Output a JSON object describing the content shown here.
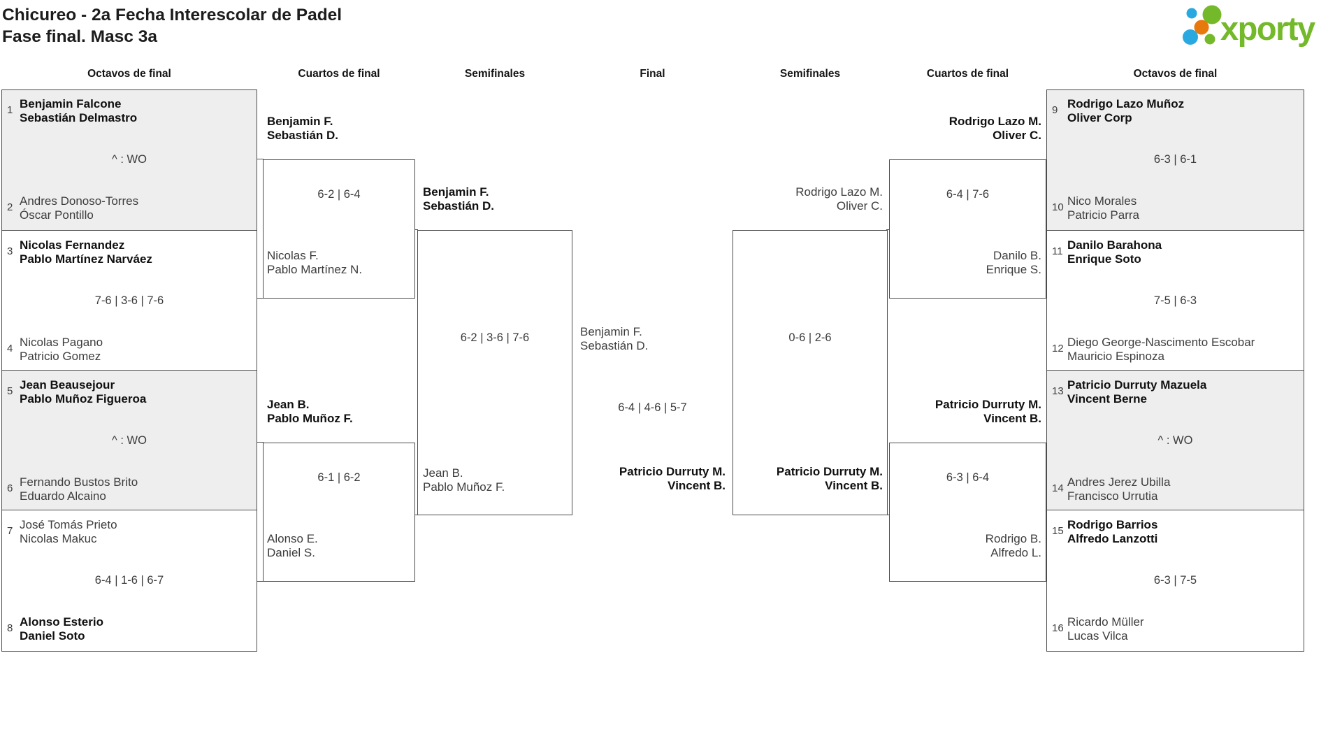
{
  "header": {
    "title_line1": "Chicureo - 2a Fecha Interescolar de Padel",
    "title_line2": "Fase final. Masc 3a",
    "logo_text": "xporty"
  },
  "colors": {
    "brand_green": "#74b929",
    "brand_blue": "#29a9e0",
    "brand_orange": "#e8790d",
    "box_border": "#4b4b4b",
    "box_alt_bg": "#eeeeee",
    "text_regular": "#3d3d3d",
    "text_winner": "#101010"
  },
  "round_labels": {
    "left_r16": "Octavos de final",
    "left_qf": "Cuartos de final",
    "left_sf": "Semifinales",
    "final": "Final",
    "right_sf": "Semifinales",
    "right_qf": "Cuartos de final",
    "right_r16": "Octavos de final"
  },
  "matches": {
    "left_r16": [
      {
        "seed_top": "1",
        "top": [
          "Benjamin Falcone",
          "Sebastián Delmastro"
        ],
        "score": "^ : WO",
        "seed_bottom": "2",
        "bottom": [
          "Andres Donoso-Torres",
          "Óscar Pontillo"
        ]
      },
      {
        "seed_top": "3",
        "top": [
          "Nicolas Fernandez",
          "Pablo Martínez Narváez"
        ],
        "score": "7-6 | 3-6 | 7-6",
        "seed_bottom": "4",
        "bottom": [
          "Nicolas Pagano",
          "Patricio Gomez"
        ]
      },
      {
        "seed_top": "5",
        "top": [
          "Jean Beausejour",
          "Pablo Muñoz Figueroa"
        ],
        "score": "^ : WO",
        "seed_bottom": "6",
        "bottom": [
          "Fernando Bustos Brito",
          "Eduardo Alcaino"
        ]
      },
      {
        "seed_top": "7",
        "top": [
          "José Tomás Prieto",
          "Nicolas Makuc"
        ],
        "score": "6-4 | 1-6 | 6-7",
        "seed_bottom": "8",
        "bottom": [
          "Alonso Esterio",
          "Daniel Soto"
        ]
      }
    ],
    "left_qf": [
      {
        "winner": [
          "Benjamin F.",
          "Sebastián D."
        ],
        "score": "6-2 | 6-4",
        "loser": [
          "Nicolas F.",
          "Pablo Martínez N."
        ]
      },
      {
        "winner": [
          "Jean B.",
          "Pablo Muñoz F."
        ],
        "score": "6-1 | 6-2",
        "loser": [
          "Alonso E.",
          "Daniel S."
        ]
      }
    ],
    "left_sf": {
      "winner": [
        "Benjamin F.",
        "Sebastián D."
      ],
      "score": "6-2 | 3-6 | 7-6",
      "loser": [
        "Jean B.",
        "Pablo Muñoz F."
      ]
    },
    "final": {
      "left": [
        "Benjamin F.",
        "Sebastián D."
      ],
      "score": "6-4 | 4-6 | 5-7",
      "right": [
        "Patricio Durruty M.",
        "Vincent B."
      ]
    },
    "right_sf": {
      "top": [
        "Rodrigo Lazo M.",
        "Oliver C."
      ],
      "score": "0-6 | 2-6",
      "bottom": [
        "Patricio Durruty M.",
        "Vincent B."
      ]
    },
    "right_qf": [
      {
        "winner": [
          "Rodrigo Lazo M.",
          "Oliver C."
        ],
        "score": "6-4 | 7-6",
        "loser": [
          "Danilo B.",
          "Enrique S."
        ]
      },
      {
        "winner": [
          "Patricio Durruty M.",
          "Vincent B."
        ],
        "score": "6-3 | 6-4",
        "loser": [
          "Rodrigo B.",
          "Alfredo L."
        ]
      }
    ],
    "right_r16": [
      {
        "seed_top": "9",
        "top": [
          "Rodrigo Lazo Muñoz",
          "Oliver Corp"
        ],
        "score": "6-3 | 6-1",
        "seed_bottom": "10",
        "bottom": [
          "Nico Morales",
          "Patricio Parra"
        ]
      },
      {
        "seed_top": "11",
        "top": [
          "Danilo Barahona",
          "Enrique Soto"
        ],
        "score": "7-5 | 6-3",
        "seed_bottom": "12",
        "bottom": [
          "Diego George-Nascimento Escobar",
          "Mauricio Espinoza"
        ]
      },
      {
        "seed_top": "13",
        "top": [
          "Patricio Durruty Mazuela",
          "Vincent Berne"
        ],
        "score": "^ : WO",
        "seed_bottom": "14",
        "bottom": [
          "Andres Jerez Ubilla",
          "Francisco Urrutia"
        ]
      },
      {
        "seed_top": "15",
        "top": [
          "Rodrigo Barrios",
          "Alfredo Lanzotti"
        ],
        "score": "6-3 | 7-5",
        "seed_bottom": "16",
        "bottom": [
          "Ricardo Müller",
          "Lucas Vilca"
        ]
      }
    ]
  }
}
